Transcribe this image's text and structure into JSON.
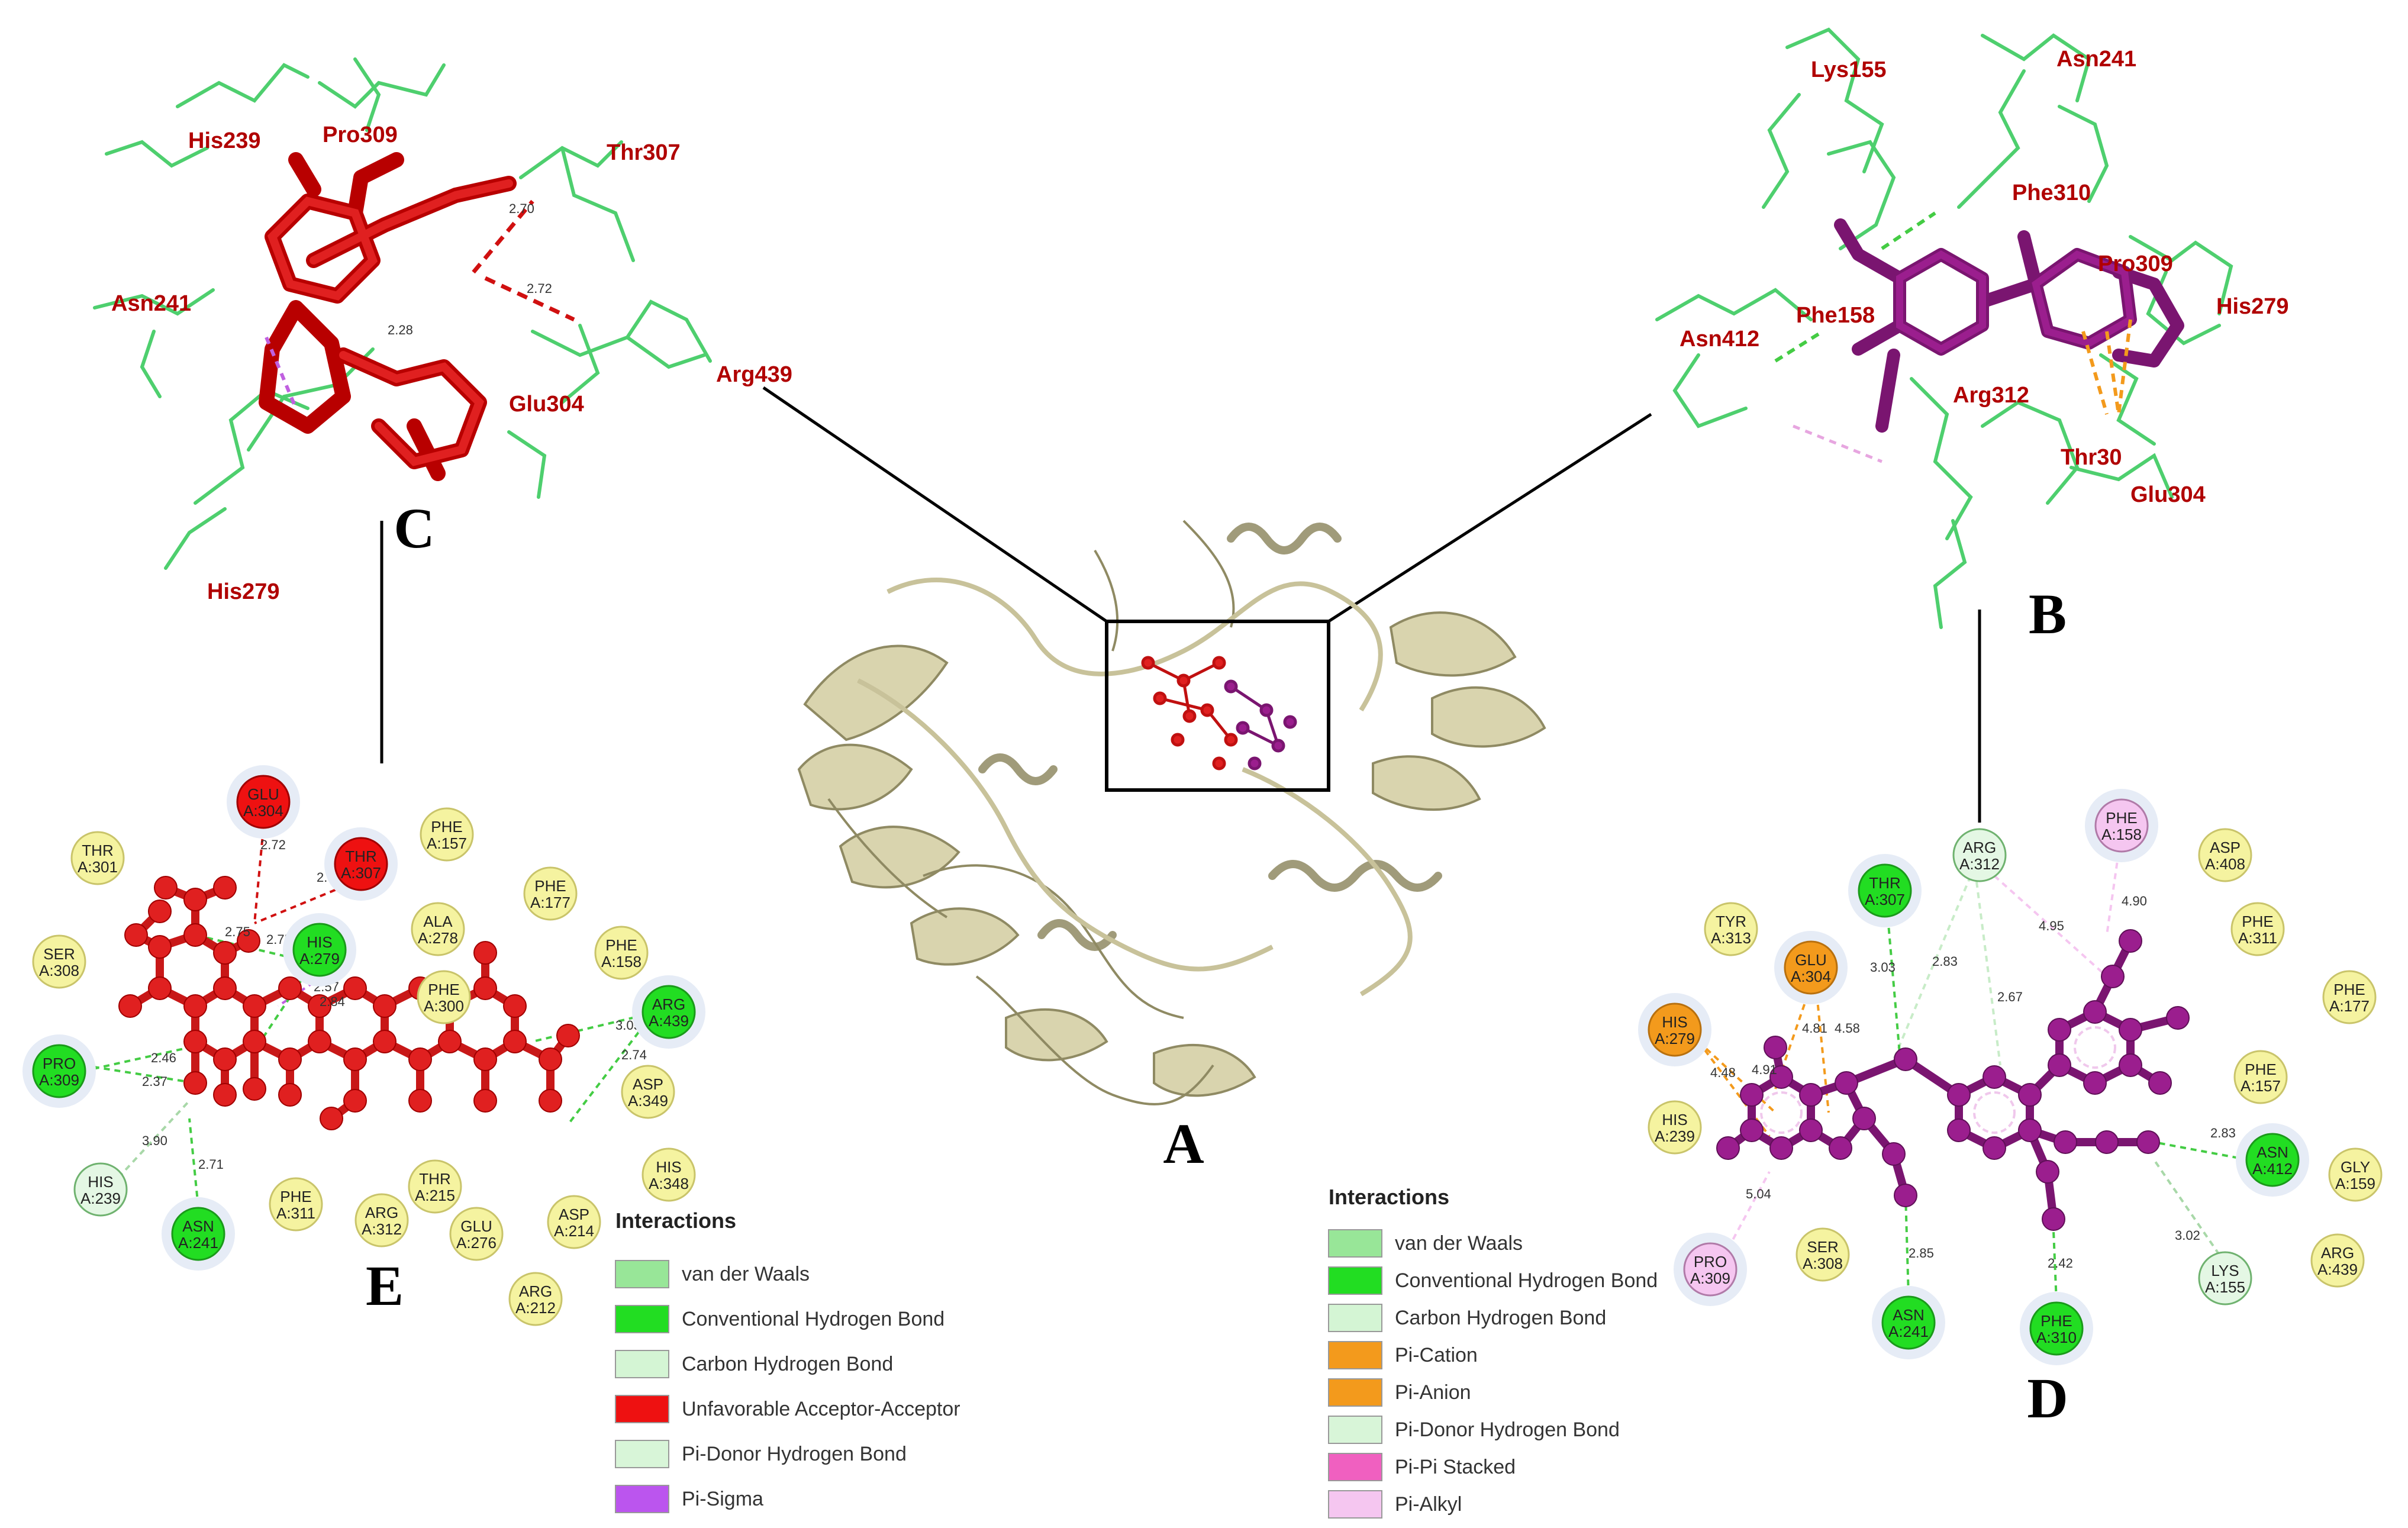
{
  "panels": {
    "A": "A",
    "B": "B",
    "C": "C",
    "D": "D",
    "E": "E"
  },
  "panel_c_labels": [
    "His239",
    "Pro309",
    "Thr307",
    "Asn241",
    "Arg439",
    "Glu304",
    "His279"
  ],
  "panel_c_distances": [
    "2.70",
    "2.72",
    "2.28"
  ],
  "panel_b_labels": [
    "Lys155",
    "Asn241",
    "Phe310",
    "Pro309",
    "His279",
    "Phe158",
    "Asn412",
    "Arg312",
    "Thr30",
    "Glu304"
  ],
  "panel_e": {
    "residues": [
      {
        "name": "GLU",
        "id": "A:304",
        "type": "unfavorable"
      },
      {
        "name": "THR",
        "id": "A:307",
        "type": "unfavorable"
      },
      {
        "name": "THR",
        "id": "A:301",
        "type": "vdw"
      },
      {
        "name": "SER",
        "id": "A:308",
        "type": "vdw"
      },
      {
        "name": "HIS",
        "id": "A:279",
        "type": "hbond"
      },
      {
        "name": "PHE",
        "id": "A:157",
        "type": "vdw"
      },
      {
        "name": "ALA",
        "id": "A:278",
        "type": "vdw"
      },
      {
        "name": "PHE",
        "id": "A:177",
        "type": "vdw"
      },
      {
        "name": "PHE",
        "id": "A:158",
        "type": "vdw"
      },
      {
        "name": "PHE",
        "id": "A:300",
        "type": "vdw"
      },
      {
        "name": "ARG",
        "id": "A:439",
        "type": "hbond"
      },
      {
        "name": "PRO",
        "id": "A:309",
        "type": "hbond"
      },
      {
        "name": "ASP",
        "id": "A:349",
        "type": "vdw"
      },
      {
        "name": "HIS",
        "id": "A:348",
        "type": "vdw"
      },
      {
        "name": "HIS",
        "id": "A:239",
        "type": "carbon"
      },
      {
        "name": "ASN",
        "id": "A:241",
        "type": "hbond"
      },
      {
        "name": "PHE",
        "id": "A:311",
        "type": "vdw"
      },
      {
        "name": "ARG",
        "id": "A:312",
        "type": "vdw"
      },
      {
        "name": "THR",
        "id": "A:215",
        "type": "vdw"
      },
      {
        "name": "GLU",
        "id": "A:276",
        "type": "vdw"
      },
      {
        "name": "ASP",
        "id": "A:214",
        "type": "vdw"
      },
      {
        "name": "ARG",
        "id": "A:212",
        "type": "vdw"
      }
    ],
    "distances": [
      "2.72",
      "2.78",
      "2.75",
      "2.72",
      "2.84",
      "2.37",
      "2.46",
      "3.05",
      "2.74",
      "2.57",
      "2.75",
      "2.71",
      "3.90"
    ]
  },
  "panel_d": {
    "residues": [
      {
        "name": "PHE",
        "id": "A:158",
        "type": "pialkyl"
      },
      {
        "name": "ASP",
        "id": "A:408",
        "type": "vdw"
      },
      {
        "name": "ARG",
        "id": "A:312",
        "type": "carbon"
      },
      {
        "name": "THR",
        "id": "A:307",
        "type": "hbond"
      },
      {
        "name": "TYR",
        "id": "A:313",
        "type": "vdw"
      },
      {
        "name": "GLU",
        "id": "A:304",
        "type": "pianion"
      },
      {
        "name": "PHE",
        "id": "A:311",
        "type": "vdw"
      },
      {
        "name": "PHE",
        "id": "A:177",
        "type": "vdw"
      },
      {
        "name": "HIS",
        "id": "A:279",
        "type": "pication"
      },
      {
        "name": "PHE",
        "id": "A:157",
        "type": "vdw"
      },
      {
        "name": "HIS",
        "id": "A:239",
        "type": "vdw"
      },
      {
        "name": "ASN",
        "id": "A:412",
        "type": "hbond"
      },
      {
        "name": "GLY",
        "id": "A:159",
        "type": "vdw"
      },
      {
        "name": "PRO",
        "id": "A:309",
        "type": "pialkyl"
      },
      {
        "name": "SER",
        "id": "A:308",
        "type": "vdw"
      },
      {
        "name": "LYS",
        "id": "A:155",
        "type": "carbon"
      },
      {
        "name": "ARG",
        "id": "A:439",
        "type": "vdw"
      },
      {
        "name": "ASN",
        "id": "A:241",
        "type": "hbond"
      },
      {
        "name": "PHE",
        "id": "A:310",
        "type": "hbond"
      }
    ],
    "distances": [
      "4.90",
      "4.95",
      "3.03",
      "2.83",
      "2.67",
      "4.81",
      "4.58",
      "4.48",
      "4.91",
      "5.04",
      "2.85",
      "2.42",
      "2.83",
      "3.02"
    ]
  },
  "legend_e": {
    "title": "Interactions",
    "items": [
      {
        "label": "van der Waals",
        "color": "#98e698"
      },
      {
        "label": "Conventional Hydrogen Bond",
        "color": "#22dd22"
      },
      {
        "label": "Carbon Hydrogen Bond",
        "color": "#d4f5d4"
      },
      {
        "label": "Unfavorable Acceptor-Acceptor",
        "color": "#ee1111"
      },
      {
        "label": "Pi-Donor Hydrogen Bond",
        "color": "#d8f5d8"
      },
      {
        "label": "Pi-Sigma",
        "color": "#bb55ee"
      }
    ]
  },
  "legend_d": {
    "title": "Interactions",
    "items": [
      {
        "label": "van der Waals",
        "color": "#98e698"
      },
      {
        "label": "Conventional Hydrogen Bond",
        "color": "#22dd22"
      },
      {
        "label": "Carbon Hydrogen Bond",
        "color": "#d4f5d4"
      },
      {
        "label": "Pi-Cation",
        "color": "#f39a1c"
      },
      {
        "label": "Pi-Anion",
        "color": "#f39a1c"
      },
      {
        "label": "Pi-Donor Hydrogen Bond",
        "color": "#d8f5d8"
      },
      {
        "label": "Pi-Pi Stacked",
        "color": "#f060c0"
      },
      {
        "label": "Pi-Alkyl",
        "color": "#f5c6f0"
      }
    ]
  },
  "colors": {
    "ligand_red": "#e02020",
    "ligand_purple": "#9b1e8e",
    "protein": "#c8c29a",
    "residue_green": "#55dd77",
    "label_red": "#b00000"
  }
}
